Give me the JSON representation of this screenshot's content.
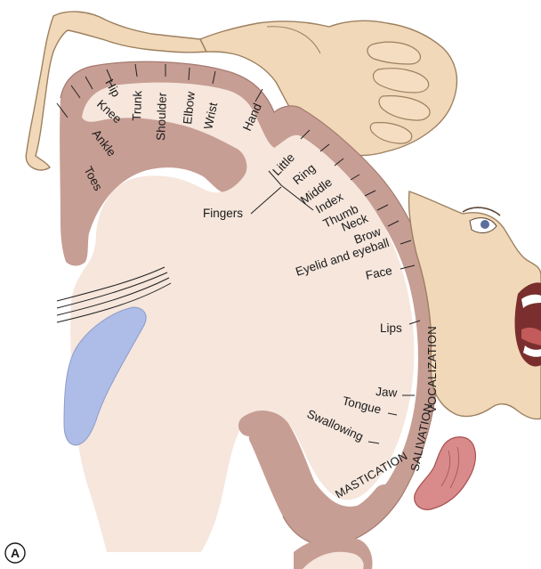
{
  "panel_label": "A",
  "colors": {
    "cortex": "#c79e94",
    "white_matter": "#f6e6dc",
    "ventricle": "#aebce8",
    "skin": "#f1d8b8",
    "skin_outline": "#9c8060",
    "background": "#ffffff"
  },
  "body_part_labels": {
    "toes": "Toes",
    "ankle": "Ankle",
    "knee": "Knee",
    "hip": "Hip",
    "trunk": "Trunk",
    "shoulder": "Shoulder",
    "elbow": "Elbow",
    "wrist": "Wrist",
    "hand": "Hand",
    "little": "Little",
    "ring": "Ring",
    "middle": "Middle",
    "index": "Index",
    "thumb": "Thumb",
    "neck": "Neck",
    "brow": "Brow",
    "eyelid": "Eyelid and eyeball",
    "face": "Face",
    "lips": "Lips",
    "jaw": "Jaw",
    "tongue": "Tongue",
    "swallowing": "Swallowing"
  },
  "group_label": "Fingers",
  "function_labels": {
    "vocalization": "VOCALIZATION",
    "salivation": "SALIVATION",
    "mastication": "MASTICATION"
  }
}
